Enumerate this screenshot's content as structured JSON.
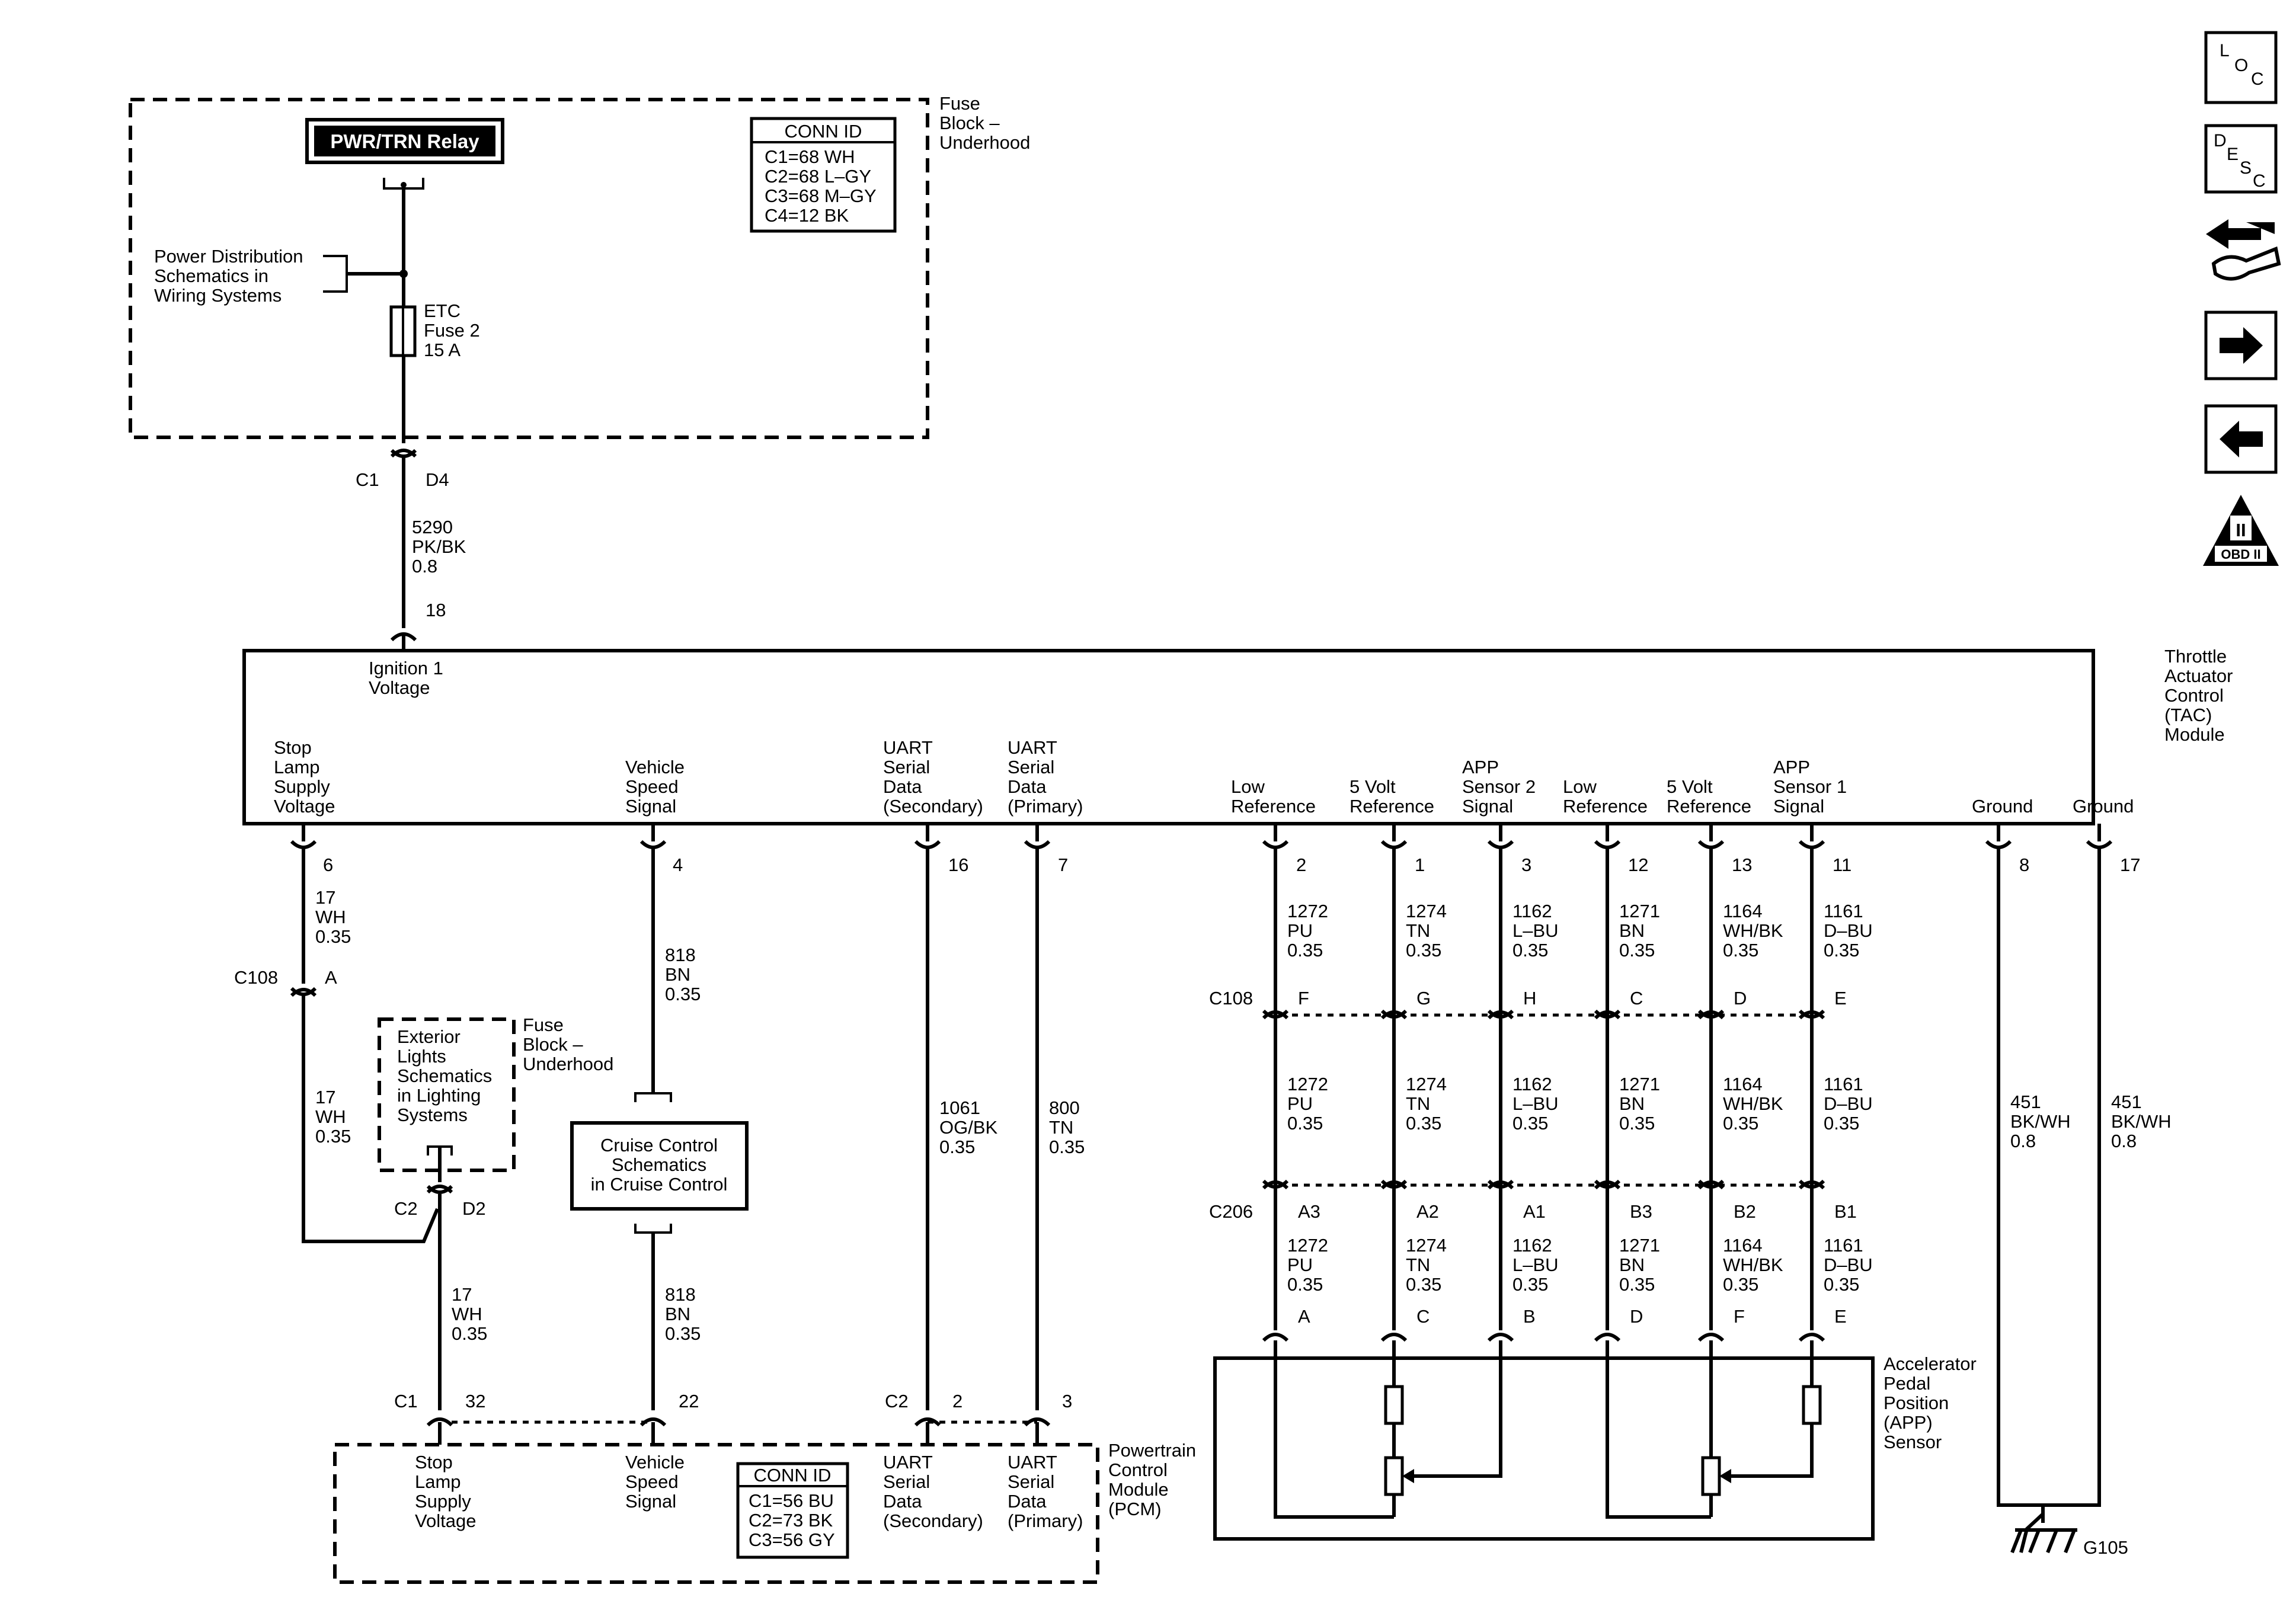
{
  "fuse_block": {
    "label": [
      "Fuse",
      "Block –",
      "Underhood"
    ],
    "relay": "PWR/TRN Relay",
    "power_dist": [
      "Power Distribution",
      "Schematics in",
      "Wiring Systems"
    ],
    "fuse": [
      "ETC",
      "Fuse 2",
      "15 A"
    ],
    "conn_id_title": "CONN ID",
    "conn_ids": [
      "C1=68 WH",
      "C2=68 L–GY",
      "C3=68 M–GY",
      "C4=12 BK"
    ],
    "conn_c1": "C1",
    "conn_d4": "D4"
  },
  "ign_wire": {
    "circuit": "5290",
    "color": "PK/BK",
    "gauge": "0.8",
    "pin": "18"
  },
  "tac": {
    "label": [
      "Throttle",
      "Actuator",
      "Control",
      "(TAC)",
      "Module"
    ],
    "ignition_label": [
      "Ignition 1",
      "Voltage"
    ],
    "signals": [
      {
        "id": "stop",
        "lines": [
          "Stop",
          "Lamp",
          "Supply",
          "Voltage"
        ],
        "pin": "6"
      },
      {
        "id": "vss",
        "lines": [
          "Vehicle",
          "Speed",
          "Signal"
        ],
        "pin": "4"
      },
      {
        "id": "uart-sec",
        "lines": [
          "UART",
          "Serial",
          "Data",
          "(Secondary)"
        ],
        "pin": "16"
      },
      {
        "id": "uart-pri",
        "lines": [
          "UART",
          "Serial",
          "Data",
          "(Primary)"
        ],
        "pin": "7"
      },
      {
        "id": "low-ref-2",
        "lines": [
          "Low",
          "Reference"
        ],
        "pin": "2"
      },
      {
        "id": "5v-ref-2",
        "lines": [
          "5 Volt",
          "Reference"
        ],
        "pin": "1"
      },
      {
        "id": "app2",
        "lines": [
          "APP",
          "Sensor 2",
          "Signal"
        ],
        "pin": "3"
      },
      {
        "id": "low-ref-1",
        "lines": [
          "Low",
          "Reference"
        ],
        "pin": "12"
      },
      {
        "id": "5v-ref-1",
        "lines": [
          "5 Volt",
          "Reference"
        ],
        "pin": "13"
      },
      {
        "id": "app1",
        "lines": [
          "APP",
          "Sensor 1",
          "Signal"
        ],
        "pin": "11"
      },
      {
        "id": "gnd-a",
        "lines": [
          "Ground"
        ],
        "pin": "8"
      },
      {
        "id": "gnd-b",
        "lines": [
          "Ground"
        ],
        "pin": "17"
      }
    ]
  },
  "stop_lamp": {
    "upper": {
      "circuit": "17",
      "color": "WH",
      "gauge": "0.35"
    },
    "c108_label": "C108",
    "c108_pin": "A",
    "middle": {
      "circuit": "17",
      "color": "WH",
      "gauge": "0.35"
    },
    "ext_lights": [
      "Exterior",
      "Lights",
      "Schematics",
      "in Lighting",
      "Systems"
    ],
    "fuse_block_lower": [
      "Fuse",
      "Block –",
      "Underhood"
    ],
    "conn_c2": "C2",
    "conn_d2": "D2",
    "lower": {
      "circuit": "17",
      "color": "WH",
      "gauge": "0.35"
    }
  },
  "vss": {
    "upper": {
      "circuit": "818",
      "color": "BN",
      "gauge": "0.35"
    },
    "cruise": [
      "Cruise Control",
      "Schematics",
      "in Cruise Control"
    ],
    "lower": {
      "circuit": "818",
      "color": "BN",
      "gauge": "0.35"
    }
  },
  "uart": {
    "secondary": {
      "circuit": "1061",
      "color": "OG/BK",
      "gauge": "0.35"
    },
    "primary": {
      "circuit": "800",
      "color": "TN",
      "gauge": "0.35"
    }
  },
  "app_wires": {
    "c108_label": "C108",
    "c206_label": "C206",
    "cols": [
      {
        "circuit": "1272",
        "color": "PU",
        "gauge": "0.35",
        "c108": "F",
        "c206": "A3",
        "sensor": "A"
      },
      {
        "circuit": "1274",
        "color": "TN",
        "gauge": "0.35",
        "c108": "G",
        "c206": "A2",
        "sensor": "C"
      },
      {
        "circuit": "1162",
        "color": "L–BU",
        "gauge": "0.35",
        "c108": "H",
        "c206": "A1",
        "sensor": "B"
      },
      {
        "circuit": "1271",
        "color": "BN",
        "gauge": "0.35",
        "c108": "C",
        "c206": "B3",
        "sensor": "D"
      },
      {
        "circuit": "1164",
        "color": "WH/BK",
        "gauge": "0.35",
        "c108": "D",
        "c206": "B2",
        "sensor": "F"
      },
      {
        "circuit": "1161",
        "color": "D–BU",
        "gauge": "0.35",
        "c108": "E",
        "c206": "B1",
        "sensor": "E"
      }
    ],
    "sensor_label": [
      "Accelerator",
      "Pedal",
      "Position",
      "(APP)",
      "Sensor"
    ]
  },
  "ground": {
    "wire": {
      "circuit": "451",
      "color": "BK/WH",
      "gauge": "0.8"
    },
    "point": "G105"
  },
  "pcm": {
    "label": [
      "Powertrain",
      "Control",
      "Module",
      "(PCM)"
    ],
    "conn_c1": "C1",
    "conn_c2": "C2",
    "pins": {
      "stop": "32",
      "vss": "22",
      "uart_sec": "2",
      "uart_pri": "3"
    },
    "signals": {
      "stop": [
        "Stop",
        "Lamp",
        "Supply",
        "Voltage"
      ],
      "vss": [
        "Vehicle",
        "Speed",
        "Signal"
      ],
      "uart_sec": [
        "UART",
        "Serial",
        "Data",
        "(Secondary)"
      ],
      "uart_pri": [
        "UART",
        "Serial",
        "Data",
        "(Primary)"
      ]
    },
    "conn_id_title": "CONN ID",
    "conn_ids": [
      "C1=56 BU",
      "C2=73 BK",
      "C3=56 GY"
    ]
  },
  "nav_icons": [
    {
      "name": "loc-icon",
      "letters": [
        "L",
        "O",
        "C"
      ]
    },
    {
      "name": "desc-icon",
      "letters": [
        "D",
        "E",
        "S",
        "C"
      ]
    },
    {
      "name": "tool-icon"
    },
    {
      "name": "arrow-right-icon"
    },
    {
      "name": "arrow-left-icon"
    },
    {
      "name": "obd-icon",
      "text": "OBD II",
      "numeral": "II"
    }
  ]
}
